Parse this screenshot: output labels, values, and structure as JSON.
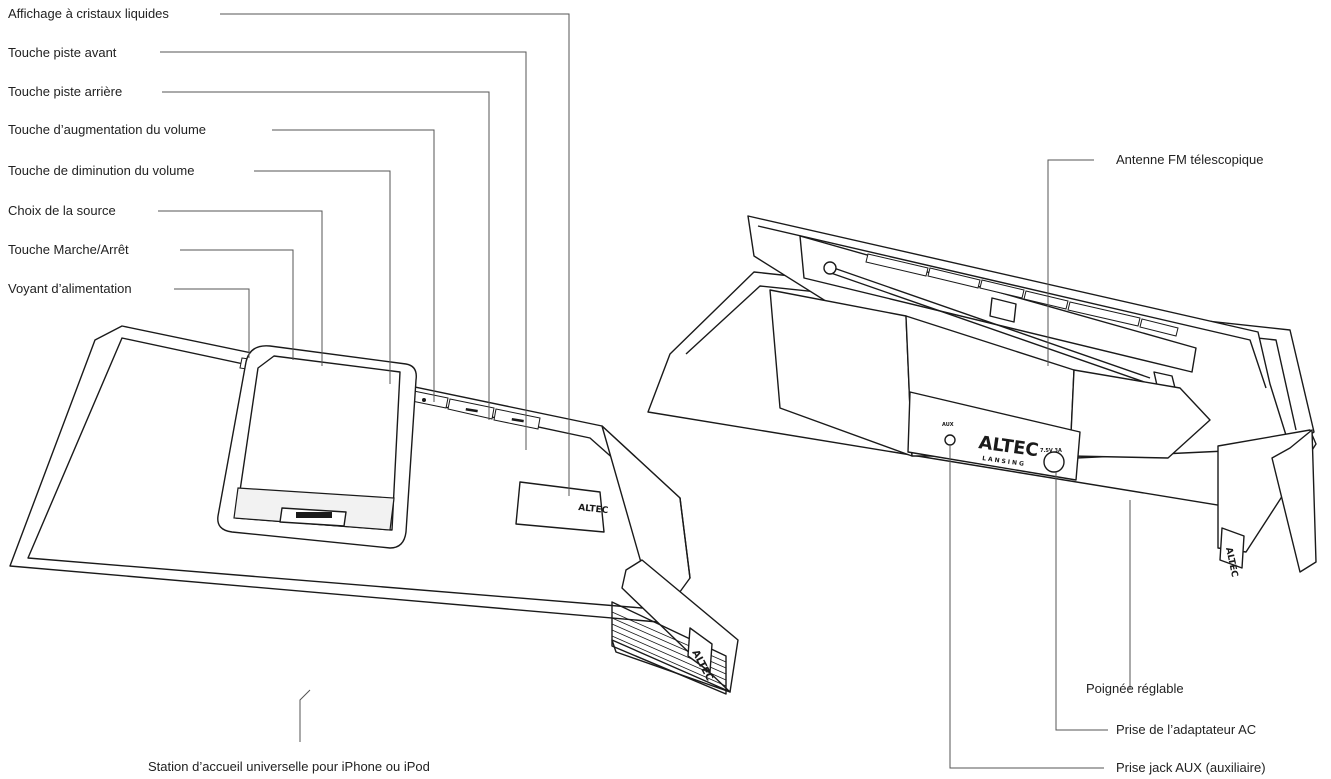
{
  "left_labels": [
    "Affichage à cristaux liquides",
    "Touche piste avant",
    "Touche piste arrière",
    "Touche d’augmentation du volume",
    "Touche de diminution du volume",
    "Choix de la source",
    "Touche Marche/Arrêt",
    "Voyant d’alimentation"
  ],
  "dock_label": "Station d’accueil universelle pour iPhone ou iPod",
  "right_labels": {
    "antenna": "Antenne FM télescopique",
    "handle": "Poignée réglable",
    "ac_adapter": "Prise de l’adaptateur AC",
    "aux_jack": "Prise jack AUX (auxiliaire)"
  },
  "device_text": {
    "brand_top": "ALTEC",
    "brand_bottom": "LANSING",
    "aux_port": "AUX",
    "ac_port": "7.5V 3A"
  }
}
